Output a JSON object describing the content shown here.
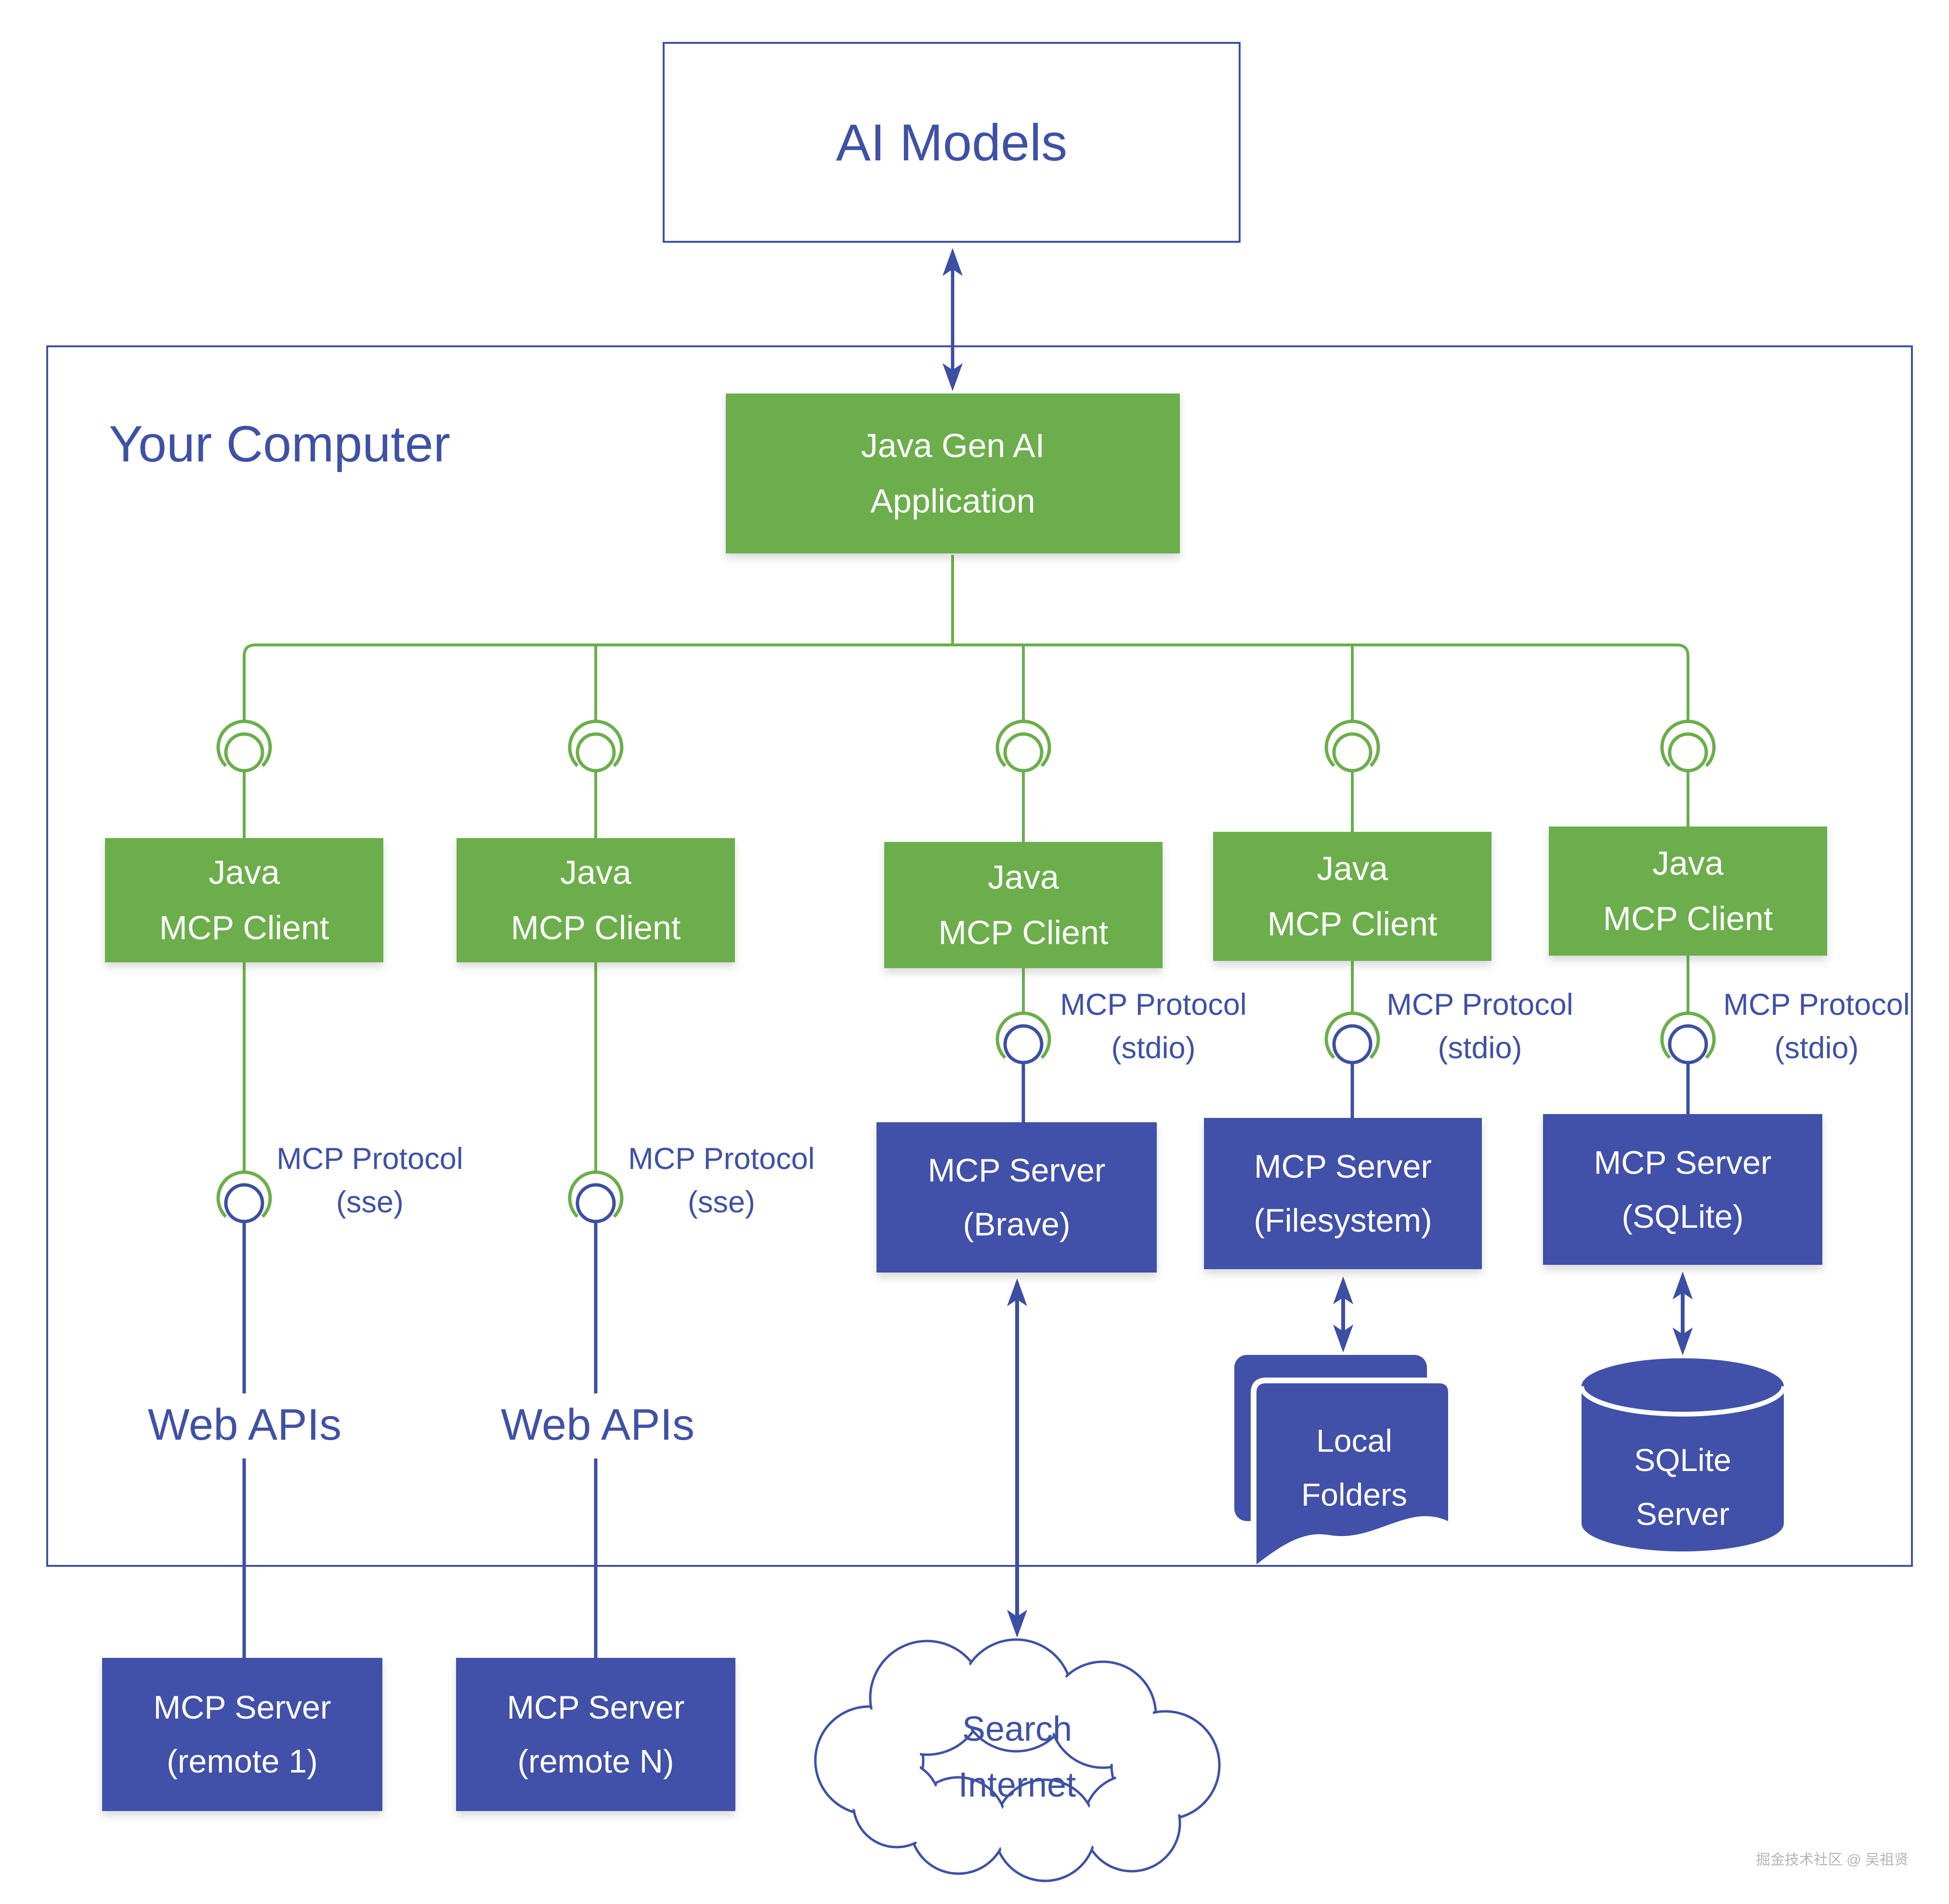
{
  "colors": {
    "green": "#6bae4b",
    "blue_fill": "#4150a8",
    "indigo_line": "#3c4fa3",
    "indigo_text": "#3f51a5",
    "watermark_gray": "#b7b5b2",
    "white": "#ffffff"
  },
  "ai_models": {
    "label": "AI Models"
  },
  "your_computer": {
    "label": "Your Computer"
  },
  "app": {
    "line1": "Java Gen AI",
    "line2": "Application"
  },
  "clients": [
    {
      "line1": "Java",
      "line2": "MCP Client"
    },
    {
      "line1": "Java",
      "line2": "MCP Client"
    },
    {
      "line1": "Java",
      "line2": "MCP Client"
    },
    {
      "line1": "Java",
      "line2": "MCP Client"
    },
    {
      "line1": "Java",
      "line2": "MCP Client"
    }
  ],
  "protocols": [
    {
      "name": "MCP Protocol",
      "transport": "(sse)"
    },
    {
      "name": "MCP Protocol",
      "transport": "(sse)"
    },
    {
      "name": "MCP Protocol",
      "transport": "(stdio)"
    },
    {
      "name": "MCP Protocol",
      "transport": "(stdio)"
    },
    {
      "name": "MCP Protocol",
      "transport": "(stdio)"
    }
  ],
  "web_apis": [
    {
      "label": "Web APIs"
    },
    {
      "label": "Web APIs"
    }
  ],
  "servers": {
    "brave": {
      "line1": "MCP Server",
      "line2": "(Brave)"
    },
    "filesystem": {
      "line1": "MCP Server",
      "line2": "(Filesystem)"
    },
    "sqlite": {
      "line1": "MCP Server",
      "line2": "(SQLite)"
    }
  },
  "resources": {
    "local_folders": {
      "line1": "Local",
      "line2": "Folders"
    },
    "sqlite_server": {
      "line1": "SQLite",
      "line2": "Server"
    }
  },
  "remote_servers": [
    {
      "line1": "MCP Server",
      "line2": "(remote 1)"
    },
    {
      "line1": "MCP Server",
      "line2": "(remote N)"
    }
  ],
  "cloud": {
    "line1": "Search",
    "line2": "Internet"
  },
  "watermark": {
    "label": "掘金技术社区 @ 吴祖贤"
  }
}
